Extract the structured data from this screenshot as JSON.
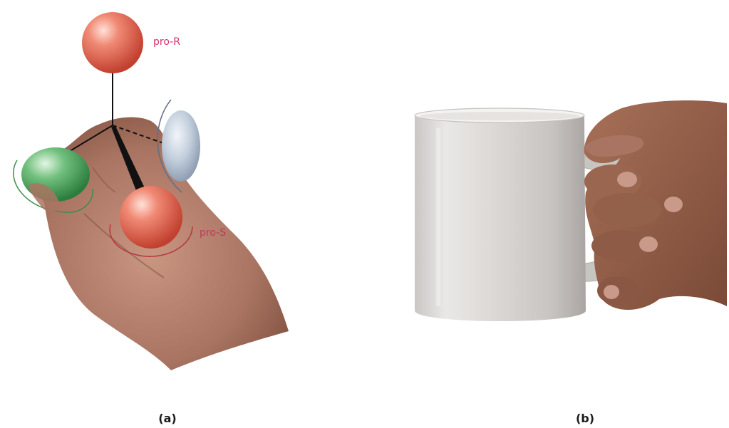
{
  "panel_a": {
    "label_pro_r": "pro-R",
    "label_pro_s": "pro-S",
    "caption": "(a)"
  },
  "panel_b": {
    "caption": "(b)"
  },
  "colors": {
    "pro_r_label": "#d6336c",
    "pro_s_label": "#c0395a",
    "red_sphere": "#e8614f",
    "green_sphere": "#3f9f54",
    "gray_sphere": "#aab8cc",
    "skin": "#9c6a55",
    "skin_dark": "#6e4434",
    "mug": "#d9d7d5"
  }
}
